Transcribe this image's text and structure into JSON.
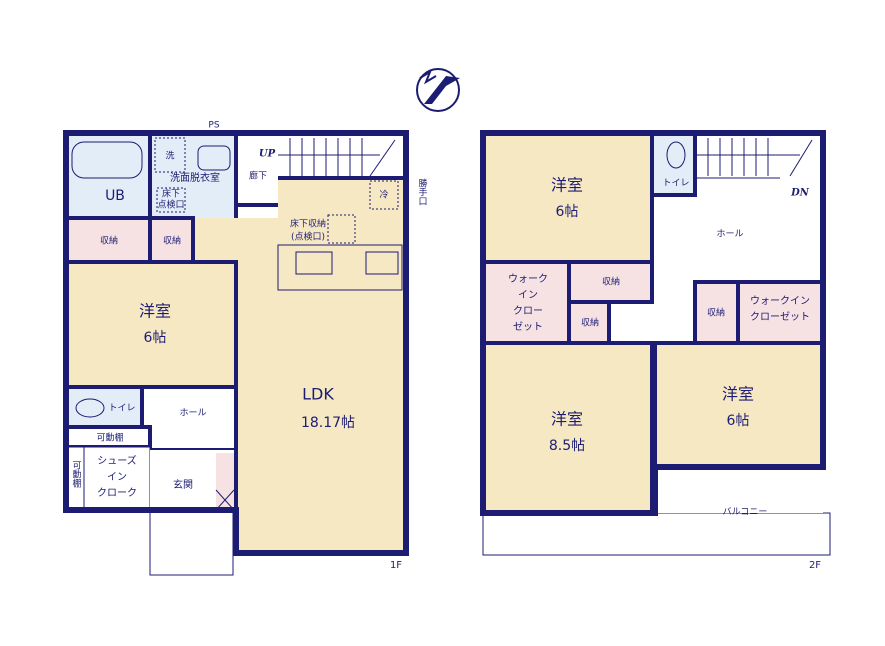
{
  "colors": {
    "wall": "#1c1c73",
    "room": "#f7e8c4",
    "storage": "#f6e1e3",
    "wet": "#e2edf7",
    "hall": "#ffffff"
  },
  "compass": {
    "icon": "north-arrow-bird-icon"
  },
  "floor1": {
    "label": "1F",
    "ps": "PS",
    "ub": "UB",
    "wash_mark": "洗",
    "washroom": "洗面脱衣室",
    "inspection_1": "床下",
    "inspection_2": "点検口",
    "corridor": "廊下",
    "up": "UP",
    "fridge": "冷",
    "underfloor_1": "床下収納",
    "underfloor_2": "(点検口)",
    "back_door": "勝手口",
    "storage_a": "収納",
    "storage_b": "収納",
    "bedroom": {
      "name": "洋室",
      "size": "6帖"
    },
    "ldk": {
      "name": "LDK",
      "size": "18.17帖"
    },
    "toilet": "トイレ",
    "hall": "ホール",
    "shelf_top": "可動棚",
    "shelf_side": "可動棚",
    "shoe_closet": [
      "シューズ",
      "イン",
      "クローク"
    ],
    "entrance": "玄関"
  },
  "floor2": {
    "label": "2F",
    "bedroom_a": {
      "name": "洋室",
      "size": "6帖"
    },
    "toilet": "トイレ",
    "dn": "DN",
    "hall": "ホール",
    "wic_a": [
      "ウォーク",
      "イン",
      "クロー",
      "ゼット"
    ],
    "storage_a": "収納",
    "storage_b": "収納",
    "storage_c": "収納",
    "wic_b": [
      "ウォークイン",
      "クローゼット"
    ],
    "bedroom_b": {
      "name": "洋室",
      "size": "8.5帖"
    },
    "bedroom_c": {
      "name": "洋室",
      "size": "6帖"
    },
    "balcony": "バルコニー"
  }
}
